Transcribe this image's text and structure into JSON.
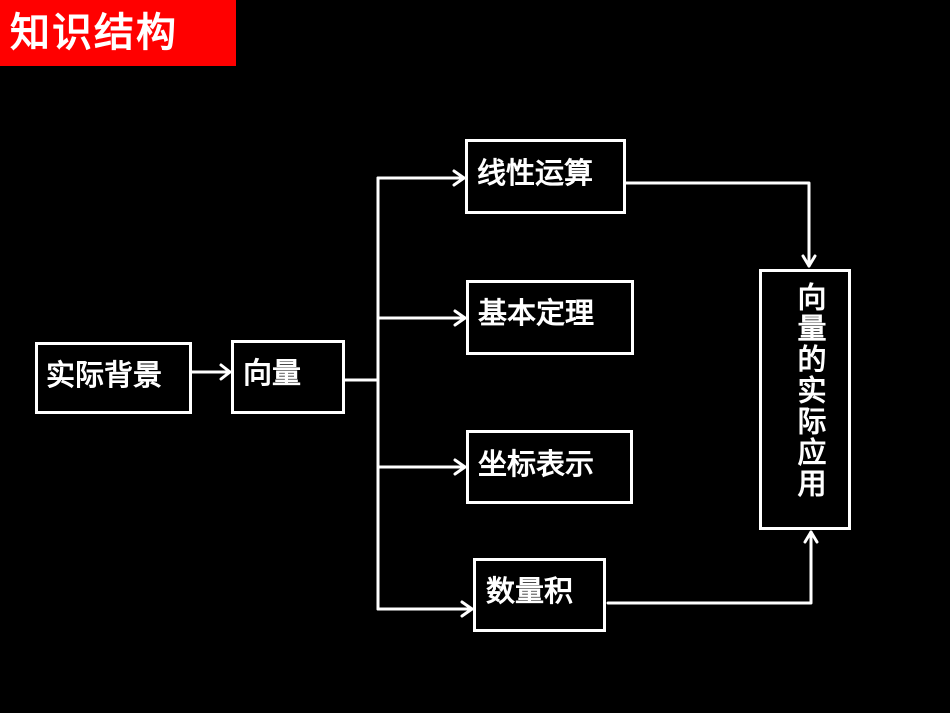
{
  "title": "知识结构",
  "nodes": {
    "background": "实际背景",
    "vector": "向量",
    "linear_ops": "线性运算",
    "basic_theorem": "基本定理",
    "coordinates": "坐标表示",
    "dot_product": "数量积",
    "application": "向量的实际应用"
  },
  "colors": {
    "background": "#000000",
    "banner": "#ff0000",
    "foreground": "#ffffff"
  }
}
